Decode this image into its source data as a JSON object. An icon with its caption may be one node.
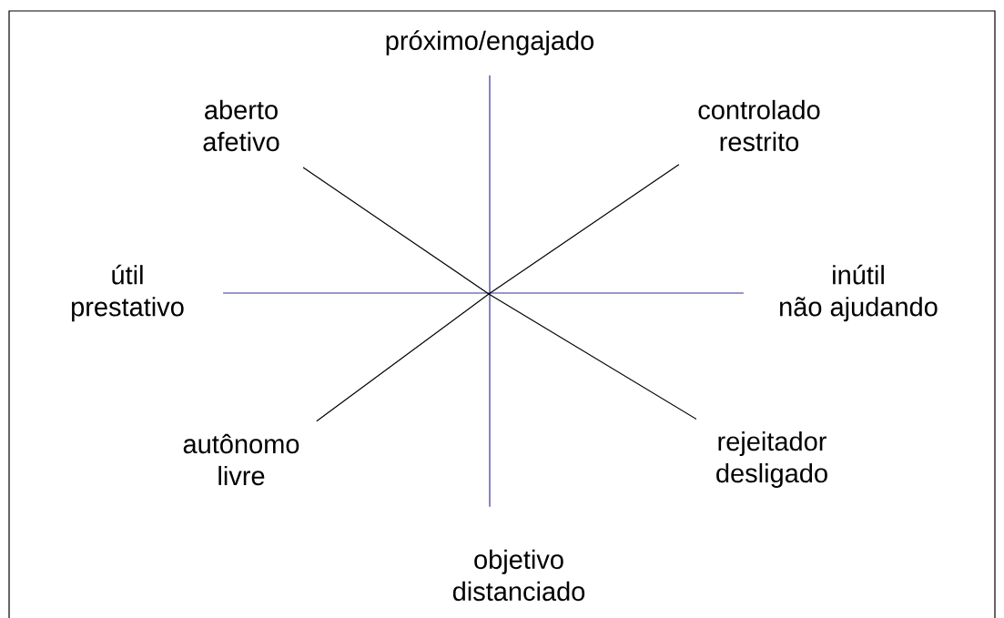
{
  "diagram": {
    "nodes": [
      {
        "text": [
          "próximo/engajado"
        ]
      },
      {
        "text": [
          "aberto",
          "afetivo"
        ]
      },
      {
        "text": [
          "controlado",
          "restrito"
        ]
      },
      {
        "text": [
          "útil",
          "prestativo"
        ]
      },
      {
        "text": [
          "inútil",
          "não ajudando"
        ]
      },
      {
        "text": [
          "autônomo",
          "livre"
        ]
      },
      {
        "text": [
          "rejeitador",
          "desligado"
        ]
      },
      {
        "text": [
          "objetivo",
          "distanciado"
        ]
      }
    ],
    "edges": [
      {
        "from": 0,
        "to": 7,
        "arrow": "none",
        "color": "#333399"
      },
      {
        "from": 3,
        "to": 4,
        "arrow": "none",
        "color": "#333399"
      },
      {
        "from": 1,
        "to": 6,
        "arrow": "none",
        "color": "#000000"
      },
      {
        "from": 2,
        "to": 5,
        "arrow": "none",
        "color": "#000000"
      }
    ]
  }
}
